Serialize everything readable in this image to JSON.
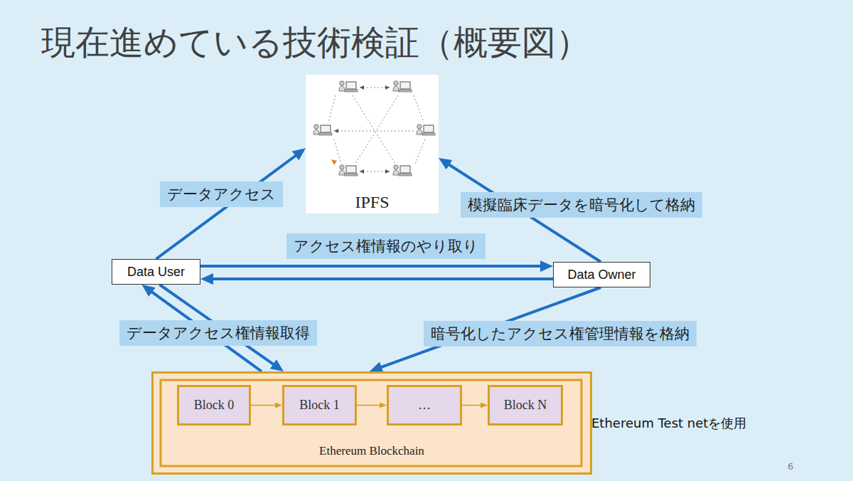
{
  "diagram": {
    "title": "現在進めている技術検証（概要図）",
    "nodes": [
      {
        "text": [
          "IPFS"
        ]
      },
      {
        "text": [
          "Data User"
        ]
      },
      {
        "text": [
          "Data Owner"
        ]
      },
      {
        "text": [
          "Ethereum Blockchain"
        ]
      },
      {
        "text": [
          "Block 0"
        ],
        "in": 3
      },
      {
        "text": [
          "Block 1"
        ],
        "in": 3
      },
      {
        "text": [
          "…"
        ],
        "in": 3
      },
      {
        "text": [
          "Block N"
        ],
        "in": 3
      }
    ],
    "edges": [
      {
        "from": 1,
        "to": 0,
        "arrow": "to",
        "label": "データアクセス"
      },
      {
        "from": 2,
        "to": 0,
        "arrow": "to",
        "label": "模擬臨床データを暗号化して格納"
      },
      {
        "from": 1,
        "to": 2,
        "arrow": "to",
        "label": "アクセス権情報のやり取り"
      },
      {
        "from": 2,
        "to": 1,
        "arrow": "to"
      },
      {
        "from": 1,
        "to": 3,
        "arrow": "to",
        "label": "データアクセス権情報取得"
      },
      {
        "from": 3,
        "to": 1,
        "arrow": "to"
      },
      {
        "from": 2,
        "to": 3,
        "arrow": "to",
        "label": "暗号化したアクセス権管理情報を格納"
      },
      {
        "from": 4,
        "to": 5,
        "arrow": "to"
      },
      {
        "from": 5,
        "to": 6,
        "arrow": "to"
      },
      {
        "from": 6,
        "to": 7,
        "arrow": "to"
      }
    ],
    "labels": [
      "Ethereum Test netを使用",
      "6"
    ]
  }
}
